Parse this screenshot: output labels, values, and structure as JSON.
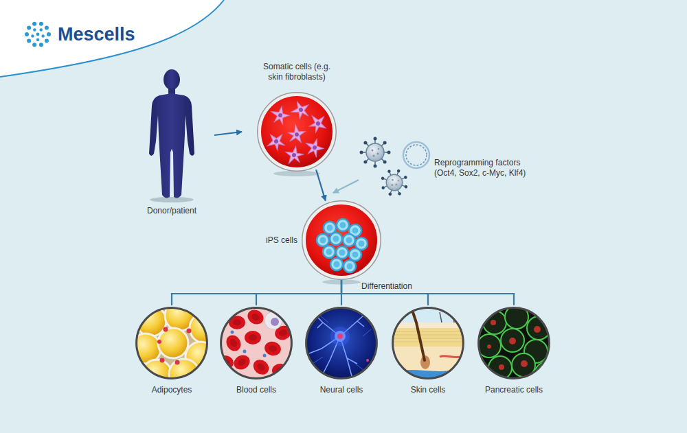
{
  "diagram": {
    "nodes": [
      {
        "text": [
          "Donor/patient"
        ]
      },
      {
        "text": [
          "Somatic cells (e.g. skin fibroblasts)"
        ]
      },
      {
        "text": [
          "Reprogramming factors (Oct4, Sox2, c-Myc, Klf4)"
        ]
      },
      {
        "text": [
          "iPS cells"
        ]
      },
      {
        "text": [
          "Adipocytes"
        ]
      },
      {
        "text": [
          "Blood cells"
        ]
      },
      {
        "text": [
          "Neural cells"
        ]
      },
      {
        "text": [
          "Skin cells"
        ]
      },
      {
        "text": [
          "Pancreatic cells"
        ]
      }
    ],
    "edges": [
      {
        "from": 0,
        "to": 1,
        "arrow": "to"
      },
      {
        "from": 2,
        "to": 3,
        "arrow": "to"
      },
      {
        "from": 1,
        "to": 3,
        "arrow": "to"
      },
      {
        "from": 3,
        "to": 4,
        "arrow": "none"
      },
      {
        "from": 3,
        "to": 5,
        "arrow": "none"
      },
      {
        "from": 3,
        "to": 6,
        "arrow": "none"
      },
      {
        "from": 3,
        "to": 7,
        "arrow": "none"
      },
      {
        "from": 3,
        "to": 8,
        "arrow": "none"
      }
    ],
    "labels": [
      "Mescells",
      "Differentiation"
    ]
  }
}
